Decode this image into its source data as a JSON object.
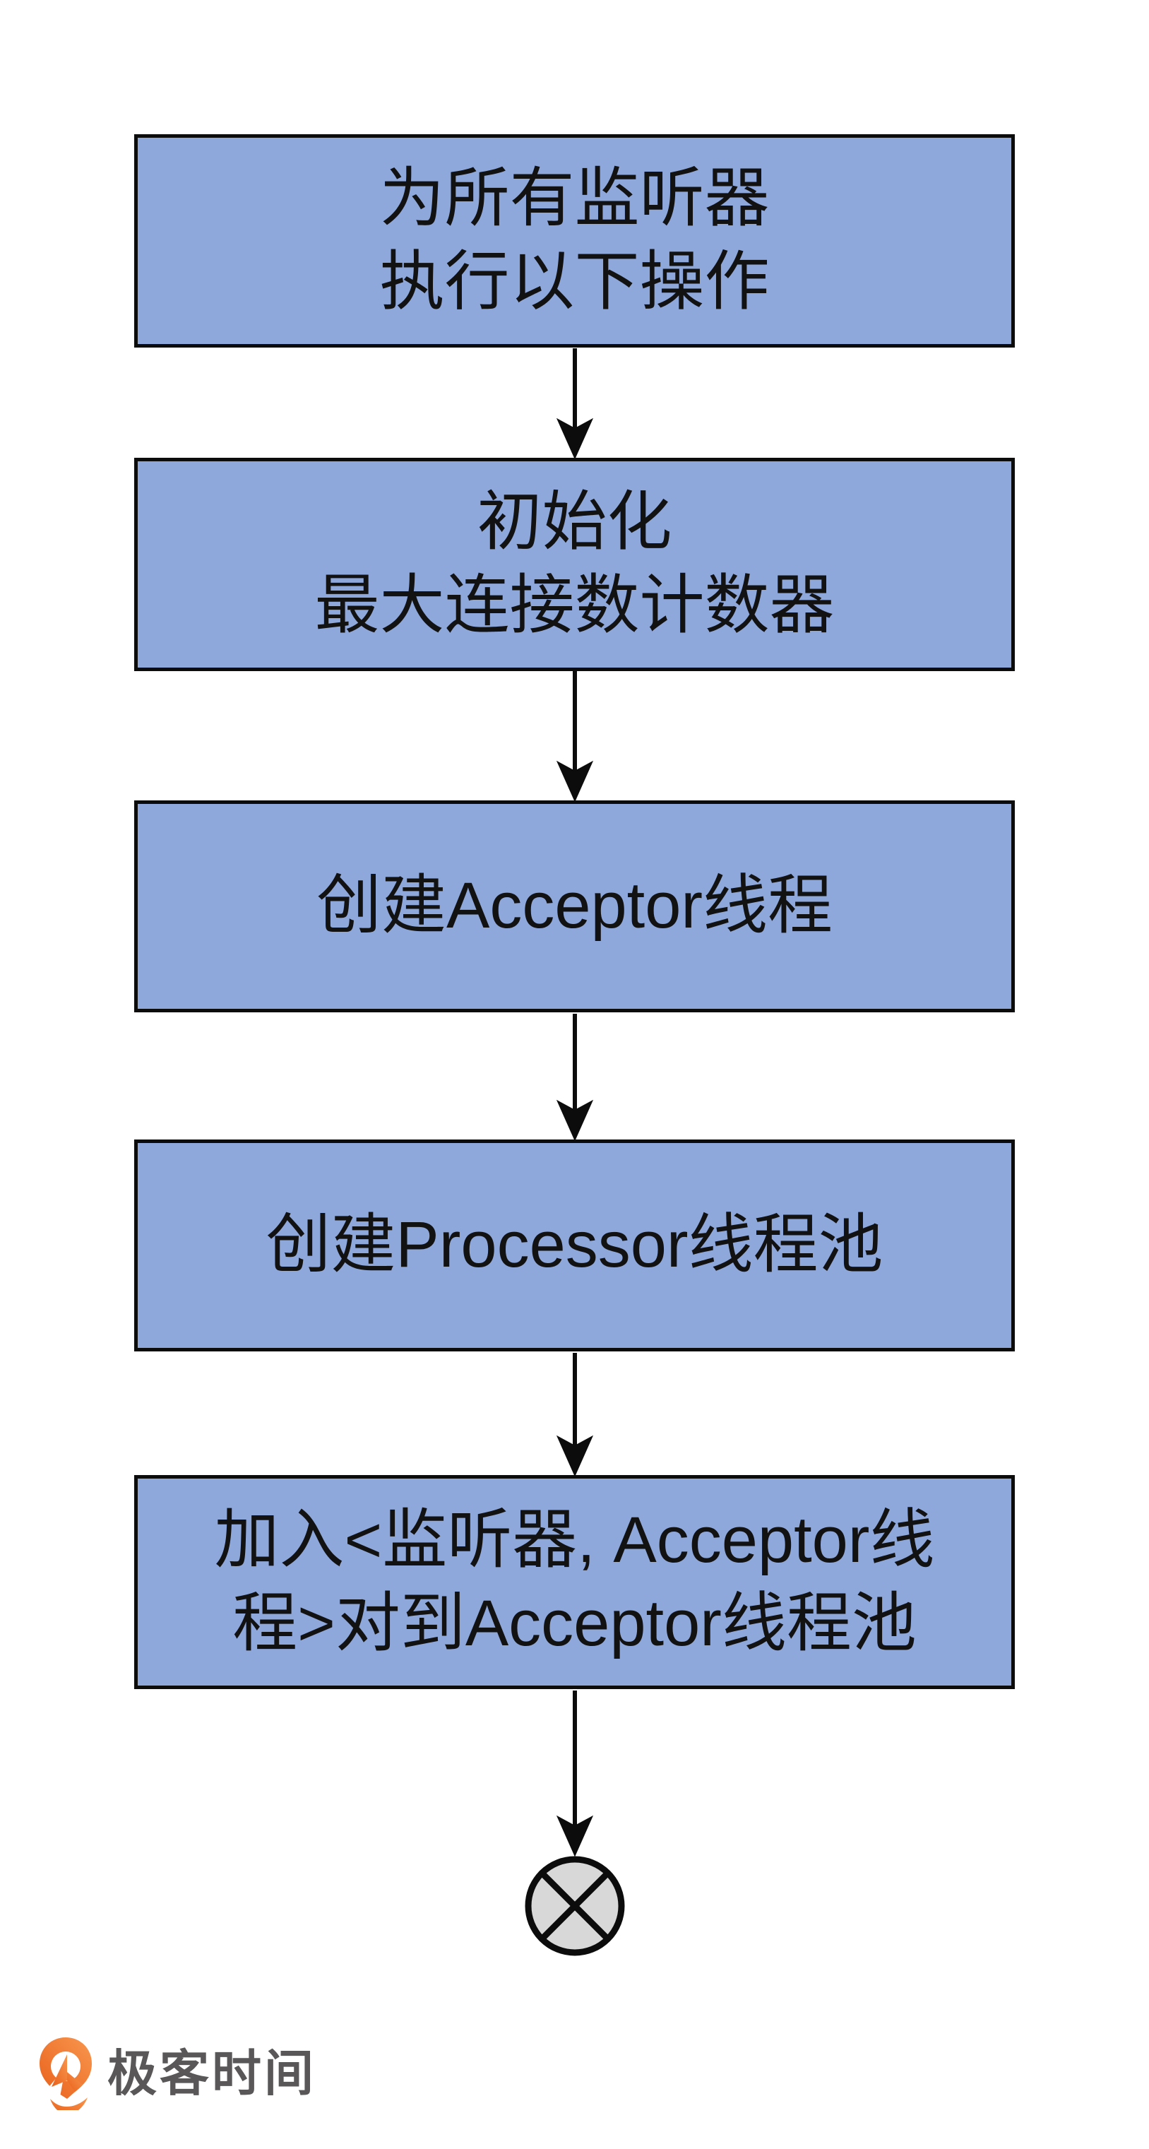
{
  "page": {
    "background_color": "#ffffff",
    "description": "Kafka Acceptor startup flowchart"
  },
  "flowchart": {
    "box_fill_color": "#8FA8DC",
    "box_border_color": "#0c0c0c",
    "box_text_color": "#121212",
    "arrow_color": "#0c0c0c",
    "boxes": [
      {
        "id": "step-1",
        "lines": [
          "为所有监听器",
          "执行以下操作"
        ]
      },
      {
        "id": "step-2",
        "lines": [
          "初始化",
          "最大连接数计数器"
        ]
      },
      {
        "id": "step-3",
        "lines": [
          "创建Acceptor线程"
        ]
      },
      {
        "id": "step-4",
        "lines": [
          "创建Processor线程池"
        ]
      },
      {
        "id": "step-5",
        "lines": [
          "加入<监听器, Acceptor线",
          "程>对到Acceptor线程池"
        ]
      }
    ],
    "terminator": {
      "shape": "circle-with-x",
      "fill_color": "#D8D8D8",
      "stroke_color": "#0c0c0c"
    }
  },
  "footer": {
    "logo_text": "极客时间",
    "logo_text_color": "#595757",
    "logo_icon": "geektime-pin-icon",
    "logo_icon_color": "#EE6A1F"
  }
}
